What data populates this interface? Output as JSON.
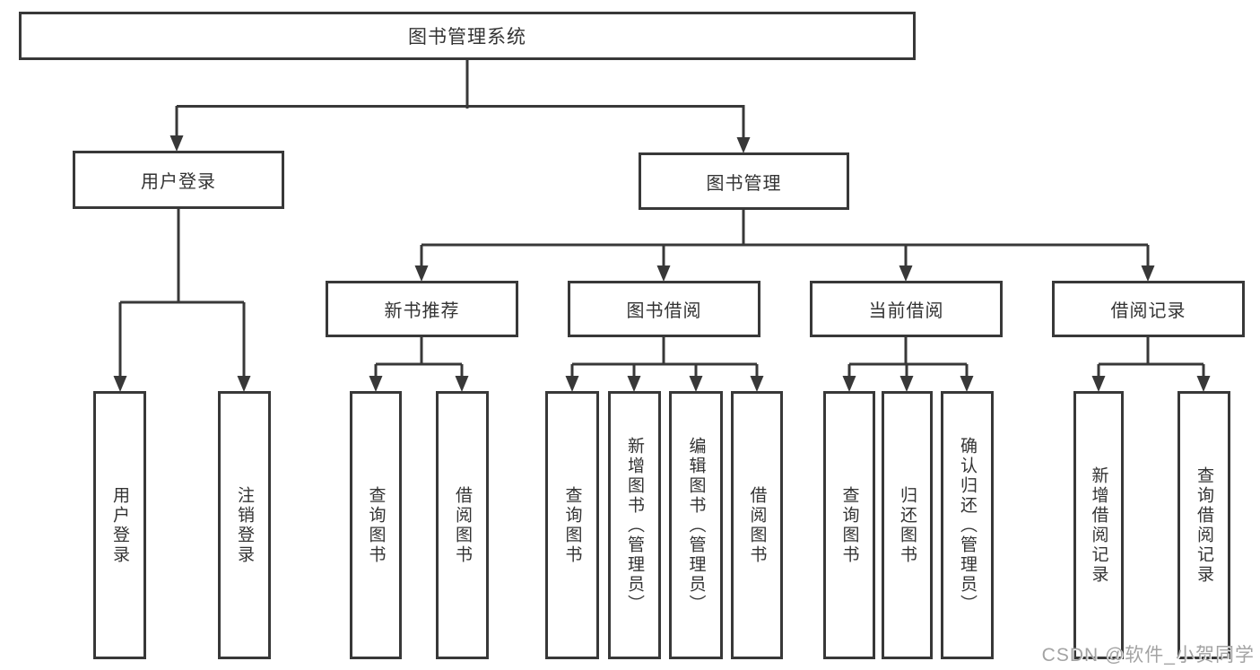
{
  "diagram": {
    "root_label": "图书管理系统",
    "level2": [
      "用户登录",
      "图书管理"
    ],
    "level3": [
      "新书推荐",
      "图书借阅",
      "当前借阅",
      "借阅记录"
    ],
    "leaves": {
      "user_login": [
        "用户登录",
        "注销登录"
      ],
      "new_book": [
        "查询图书",
        "借阅图书"
      ],
      "book_borrow": [
        "查询图书",
        "新增图书（管理员）",
        "编辑图书（管理员）",
        "借阅图书"
      ],
      "current_borrow": [
        "查询图书",
        "归还图书",
        "确认归还（管理员）"
      ],
      "borrow_record": [
        "新增借阅记录",
        "查询借阅记录"
      ]
    },
    "colors": {
      "line": "#383838",
      "text": "#333333",
      "watermark": "#a3a3a3",
      "background": "#ffffff"
    },
    "watermark": "CSDN @软件_小贺同学"
  }
}
